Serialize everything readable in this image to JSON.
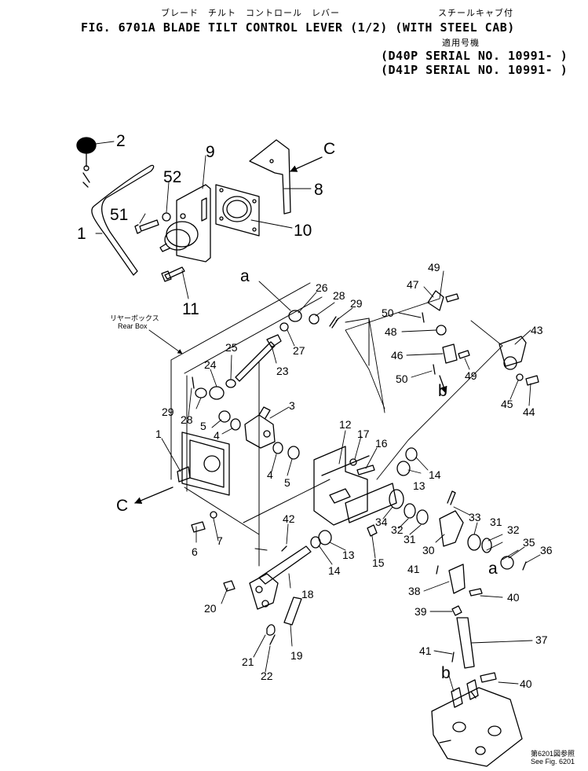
{
  "header": {
    "jp_line1": "ブレード　チルト　コントロール　レバー",
    "jp_line1b": "スチールキャブ付",
    "title": "FIG. 6701A  BLADE TILT CONTROL LEVER (1/2) (WITH STEEL CAB)",
    "jp_applic": "適用号機",
    "serial1": "(D40P SERIAL NO. 10991- )",
    "serial2": "(D41P SERIAL NO. 10991- )"
  },
  "notes": {
    "rear_box_jp": "リヤーボックス",
    "rear_box": "Rear Box",
    "see_jp": "第6201図参照",
    "see": "See Fig. 6201"
  },
  "callouts": {
    "c_top": "C",
    "c_left": "C",
    "a_top": "a",
    "a_right": "a",
    "b_top": "b",
    "b_bottom": "b"
  },
  "parts": {
    "p1a": "1",
    "p2": "2",
    "p9": "9",
    "p52": "52",
    "p51": "51",
    "p8": "8",
    "p10": "10",
    "p11": "11",
    "p26": "26",
    "p28a": "28",
    "p29a": "29",
    "p27": "27",
    "p25": "25",
    "p23": "23",
    "p24": "24",
    "p29b": "29",
    "p28b": "28",
    "p3": "3",
    "p5a": "5",
    "p4a": "4",
    "p1b": "1",
    "p4b": "4",
    "p5b": "5",
    "p6": "6",
    "p7": "7",
    "p42": "42",
    "p12": "12",
    "p17": "17",
    "p16": "16",
    "p14a": "14",
    "p13a": "13",
    "p34": "34",
    "p32a": "32",
    "p31a": "31",
    "p33": "33",
    "p31b": "31",
    "p32b": "32",
    "p30": "30",
    "p35": "35",
    "p36": "36",
    "p13b": "13",
    "p14b": "14",
    "p15": "15",
    "p18": "18",
    "p20": "20",
    "p19": "19",
    "p21": "21",
    "p22": "22",
    "p41a": "41",
    "p38": "38",
    "p40a": "40",
    "p39": "39",
    "p37": "37",
    "p41b": "41",
    "p40b": "40",
    "p49a": "49",
    "p47": "47",
    "p50a": "50",
    "p48": "48",
    "p46": "46",
    "p49b": "49",
    "p50b": "50",
    "p43": "43",
    "p45": "45",
    "p44": "44"
  }
}
